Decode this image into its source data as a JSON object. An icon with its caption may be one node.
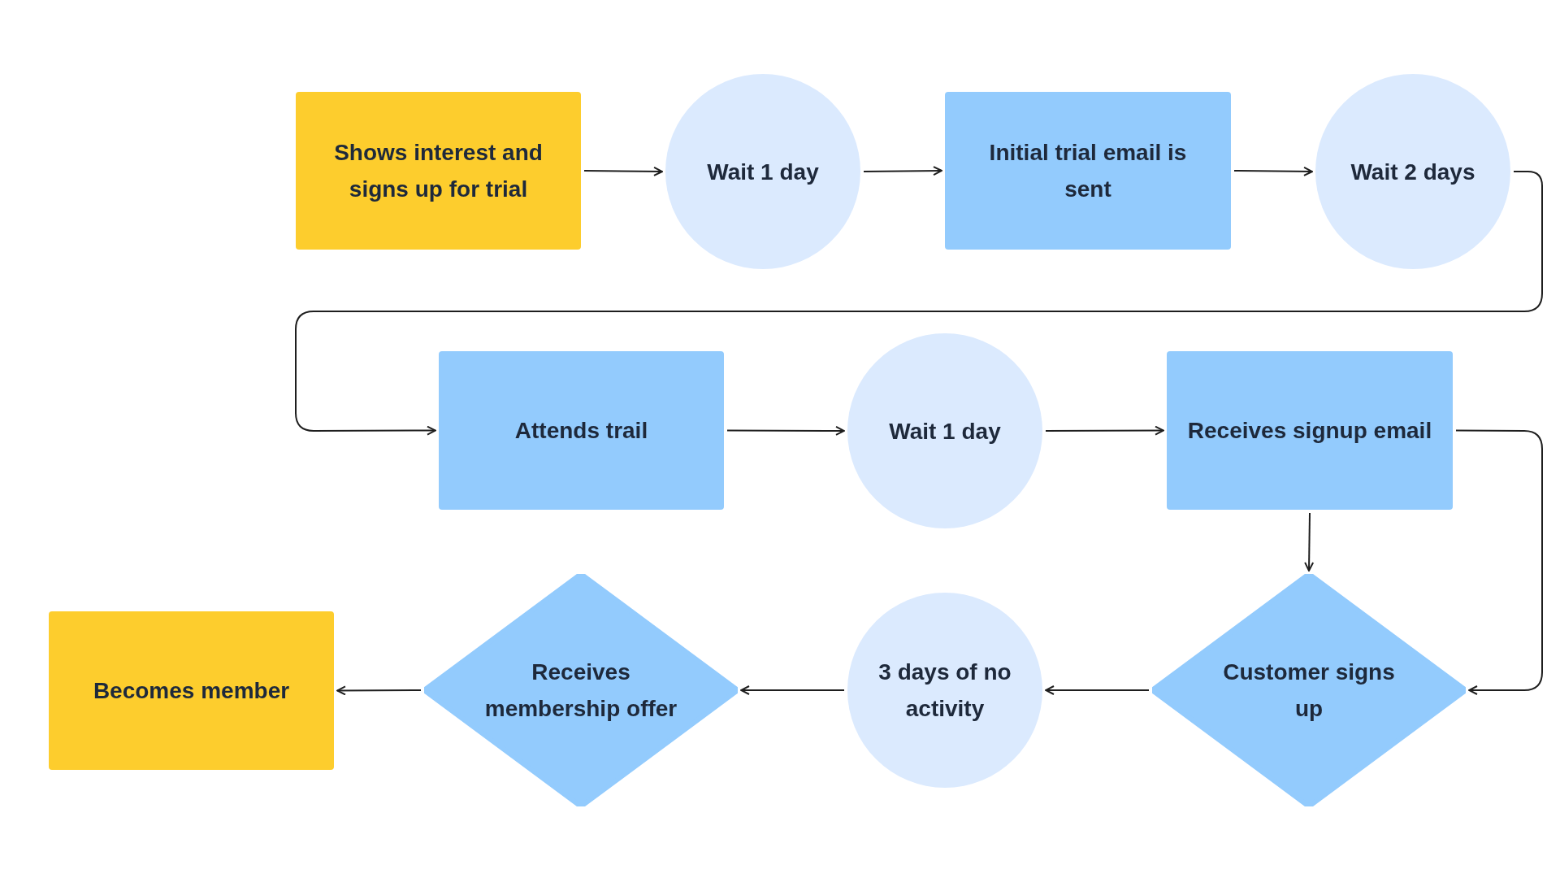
{
  "diagram": {
    "nodes": [
      {
        "text": [
          "Shows interest and signs up for trial"
        ]
      },
      {
        "text": [
          "Wait 1 day"
        ]
      },
      {
        "text": [
          "Initial trial email is sent"
        ]
      },
      {
        "text": [
          "Wait 2 days"
        ]
      },
      {
        "text": [
          "Attends trail"
        ]
      },
      {
        "text": [
          "Wait 1 day"
        ]
      },
      {
        "text": [
          "Receives signup email"
        ]
      },
      {
        "text": [
          "Customer signs up"
        ]
      },
      {
        "text": [
          "3 days of no activity"
        ]
      },
      {
        "text": [
          "Receives membership offer"
        ]
      },
      {
        "text": [
          "Becomes member"
        ]
      }
    ],
    "edges": [
      {
        "from": 0,
        "to": 1,
        "arrow": "to"
      },
      {
        "from": 1,
        "to": 2,
        "arrow": "to"
      },
      {
        "from": 2,
        "to": 3,
        "arrow": "to"
      },
      {
        "from": 3,
        "to": 4,
        "arrow": "to"
      },
      {
        "from": 4,
        "to": 5,
        "arrow": "to"
      },
      {
        "from": 5,
        "to": 6,
        "arrow": "to"
      },
      {
        "from": 6,
        "to": 7,
        "arrow": "to"
      },
      {
        "from": 6,
        "to": 7,
        "arrow": "to"
      },
      {
        "from": 7,
        "to": 8,
        "arrow": "to"
      },
      {
        "from": 8,
        "to": 9,
        "arrow": "to"
      },
      {
        "from": 9,
        "to": 10,
        "arrow": "to"
      }
    ]
  }
}
